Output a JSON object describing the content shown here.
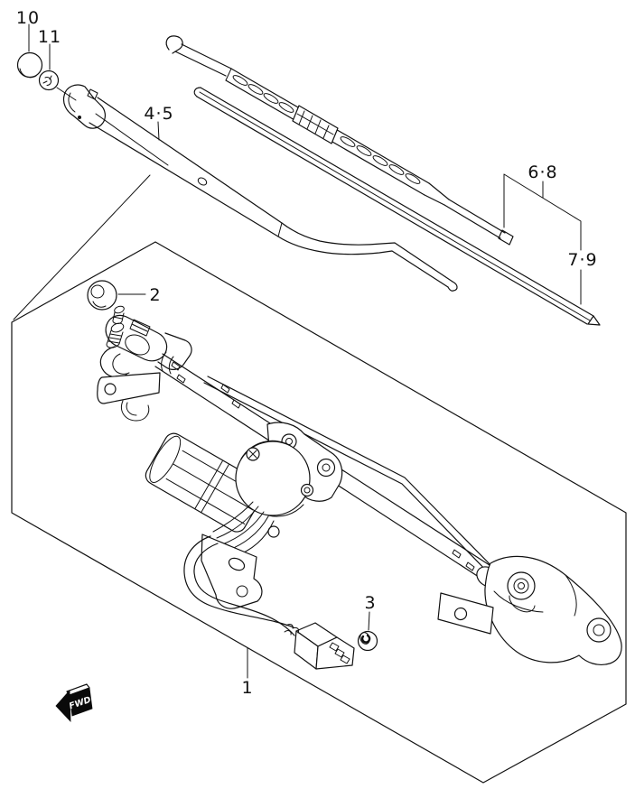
{
  "diagram": {
    "background_color": "#ffffff",
    "line_color": "#111111",
    "callouts": [
      {
        "id": "part-10",
        "label": "10"
      },
      {
        "id": "part-11",
        "label": "11"
      },
      {
        "id": "part-4-5",
        "label": "4·5"
      },
      {
        "id": "part-6-8",
        "label": "6·8"
      },
      {
        "id": "part-7-9",
        "label": "7·9"
      },
      {
        "id": "part-2",
        "label": "2"
      },
      {
        "id": "part-3",
        "label": "3"
      },
      {
        "id": "part-1",
        "label": "1"
      }
    ],
    "fwd_marker": {
      "label": "FWD",
      "text_color": "#ffffff",
      "arrow_color": "#0a0a0a"
    }
  }
}
